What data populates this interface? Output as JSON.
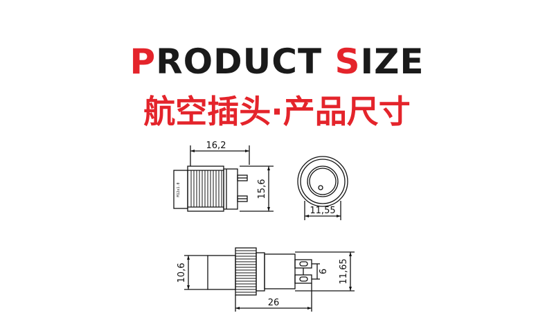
{
  "title_en": {
    "part1_accent": "P",
    "part1_rest": "RODUCT ",
    "part2_accent": "S",
    "part2_rest": "IZE"
  },
  "title_cn": {
    "part1": "航空插头·产品",
    "part2": "尺寸"
  },
  "dimensions": {
    "side_width": "16,2",
    "side_height": "15,6",
    "front_diameter": "11,55",
    "bottom_height_left": "10,6",
    "bottom_length": "26",
    "bottom_pin_gap": "6",
    "bottom_height_right": "11,65"
  },
  "part_marking": "M12x1.0",
  "colors": {
    "accent": "#e4242b",
    "text": "#1a1a1a",
    "line": "#111111"
  }
}
